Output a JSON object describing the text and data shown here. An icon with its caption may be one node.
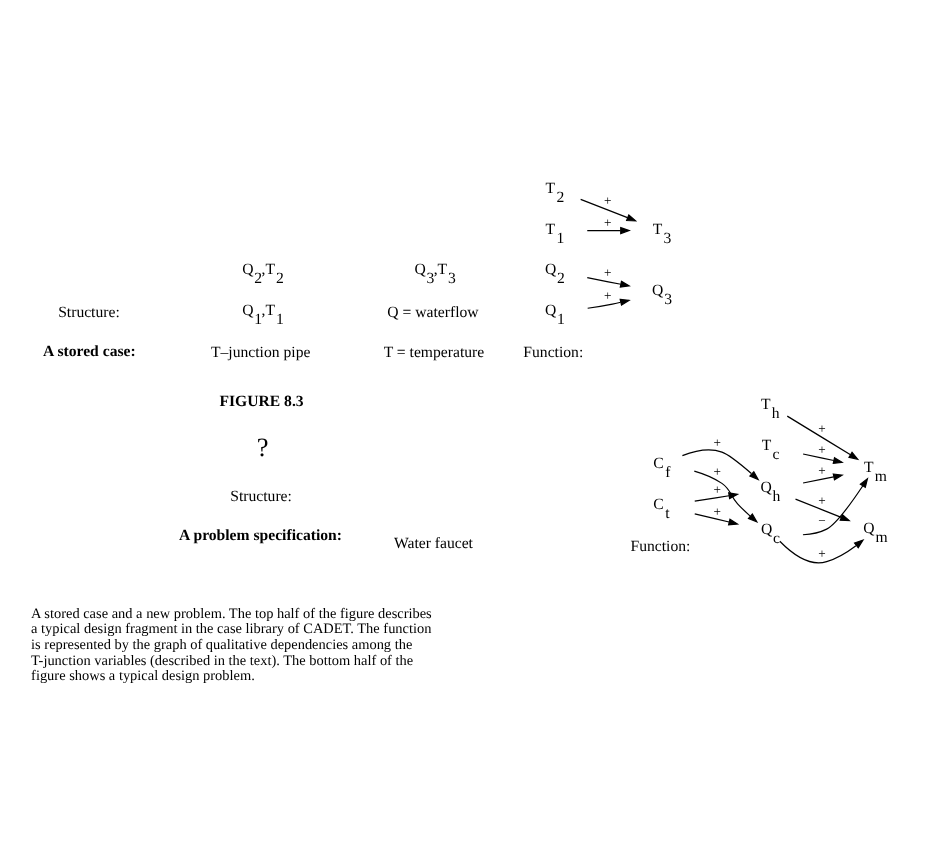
{
  "diagram": {
    "caption": "A stored case and a new problem. The top half of the figure describes a typical design fragment in the case library of CADET. The function is represented by the graph of qualitative dependencies among the T-junction variables (described in the text). The bottom half of the figure shows a typical design problem.",
    "nodes": [
      {
        "text": [
          "Q$_{1}$"
        ]
      },
      {
        "text": [
          "Q$_{2}$"
        ]
      },
      {
        "text": [
          "Q$_{3}$"
        ]
      },
      {
        "text": [
          "T$_{1}$"
        ]
      },
      {
        "text": [
          "T$_{2}$"
        ]
      },
      {
        "text": [
          "T$_{3}$"
        ]
      },
      {
        "text": [
          "C$_{t}$"
        ]
      },
      {
        "text": [
          "C$_{f}$"
        ]
      },
      {
        "text": [
          "Q$_{c}$"
        ]
      },
      {
        "text": [
          "Q$_{h}$"
        ]
      },
      {
        "text": [
          "T$_{c}$"
        ]
      },
      {
        "text": [
          "T$_{h}$"
        ]
      },
      {
        "text": [
          "Q$_{m}$"
        ]
      },
      {
        "text": [
          "T$_{m}$"
        ]
      }
    ],
    "edges": [
      {
        "from": 0,
        "to": 2,
        "arrow": "to",
        "label": "+"
      },
      {
        "from": 1,
        "to": 2,
        "arrow": "to",
        "label": "+"
      },
      {
        "from": 3,
        "to": 5,
        "arrow": "to",
        "label": "+"
      },
      {
        "from": 4,
        "to": 5,
        "arrow": "to",
        "label": "+"
      },
      {
        "from": 6,
        "to": 8,
        "arrow": "to",
        "label": "+"
      },
      {
        "from": 6,
        "to": 9,
        "arrow": "to",
        "label": "+"
      },
      {
        "from": 7,
        "to": 8,
        "arrow": "to",
        "label": "+"
      },
      {
        "from": 7,
        "to": 9,
        "arrow": "to",
        "label": "+"
      },
      {
        "from": 8,
        "to": 12,
        "arrow": "to",
        "label": "+"
      },
      {
        "from": 9,
        "to": 12,
        "arrow": "to",
        "label": "+"
      },
      {
        "from": 8,
        "to": 13,
        "arrow": "to",
        "label": "−"
      },
      {
        "from": 9,
        "to": 13,
        "arrow": "to",
        "label": "+"
      },
      {
        "from": 10,
        "to": 13,
        "arrow": "to",
        "label": "+"
      },
      {
        "from": 11,
        "to": 13,
        "arrow": "to",
        "label": "+"
      }
    ],
    "labels": [
      "A stored case:",
      "T–junction pipe",
      "Structure:",
      "Q$_{1}$,T$_{1}$",
      "T = temperature",
      "Q = waterflow",
      "Q$_{3}$,T$_{3}$",
      "Q$_{2}$,T$_{2}$",
      "Function:",
      "A problem specification:",
      "Water faucet",
      "Structure:",
      "?",
      "Function:",
      "FIGURE 8.3"
    ]
  }
}
